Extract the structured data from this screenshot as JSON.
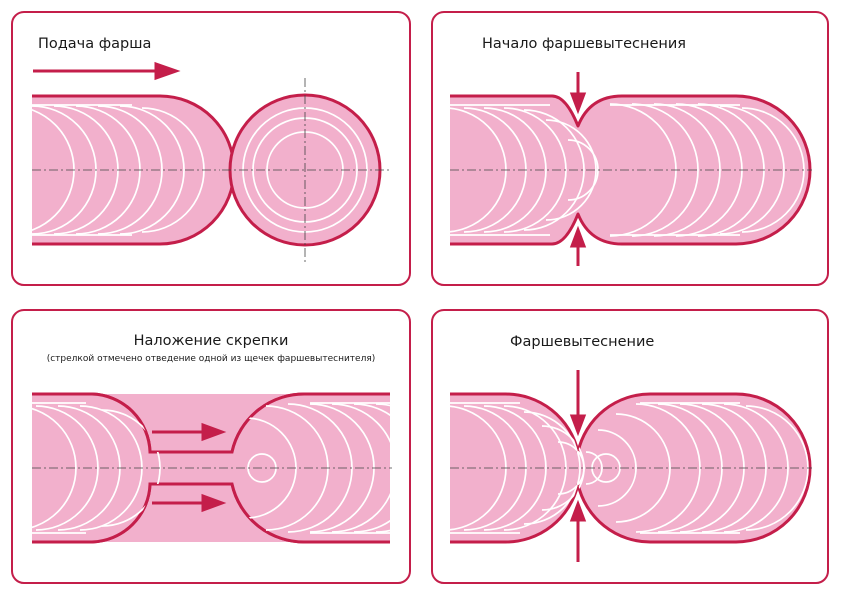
{
  "panels": {
    "feed": {
      "title": "Подача фарша"
    },
    "start": {
      "title": "Начало фаршевытеснения"
    },
    "clip": {
      "title": "Наложение скрепки",
      "subtitle": "(стрелкой отмечено отведение одной из щечек фаршевытеснителя)"
    },
    "displace": {
      "title": "Фаршевытеснение"
    }
  },
  "colors": {
    "frame": "#c41e4a",
    "meat_fill": "#f2b0cc",
    "meat_outline": "#c41e4a",
    "arrow": "#c41e4a",
    "lines": "#ffffff"
  }
}
